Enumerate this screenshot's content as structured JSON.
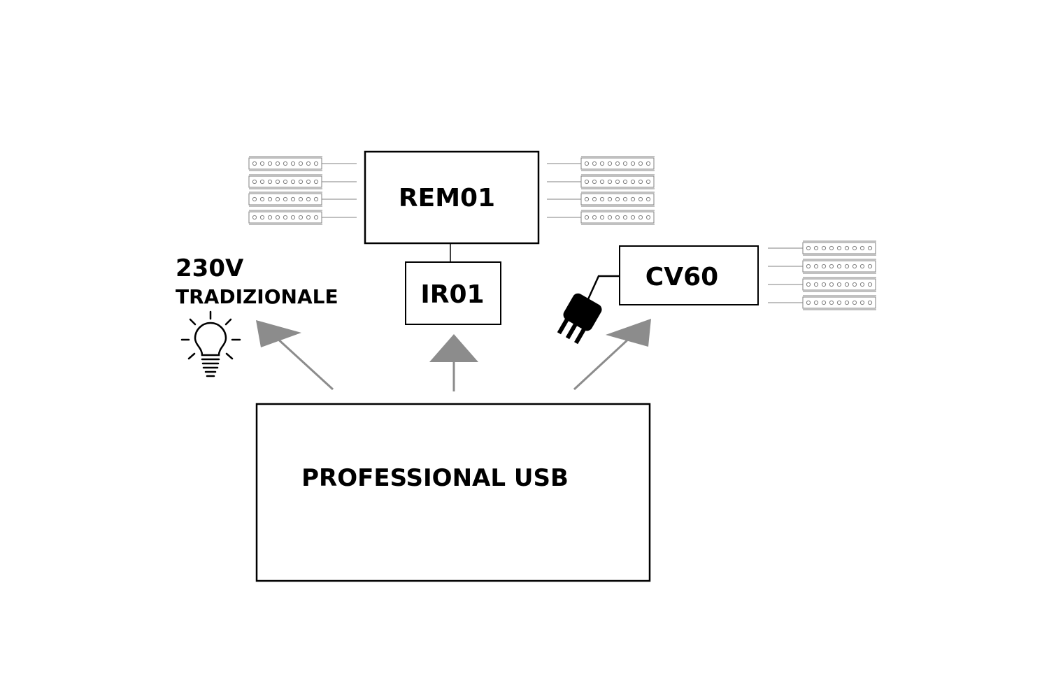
{
  "diagram": {
    "main_unit": {
      "label": "PROFESSIONAL USB"
    },
    "rem01": {
      "label": "REM01"
    },
    "ir01": {
      "label": "IR01"
    },
    "cv60": {
      "label": "CV60"
    },
    "traditional": {
      "voltage": "230V",
      "label": "TRADIZIONALE"
    },
    "icons": {
      "lamp": "light-bulb-icon",
      "plug": "plug-icon",
      "strip": "led-strip-icon"
    },
    "colors": {
      "line": "#000000",
      "arrow": "#8c8c8c",
      "strip": "#808080"
    }
  }
}
